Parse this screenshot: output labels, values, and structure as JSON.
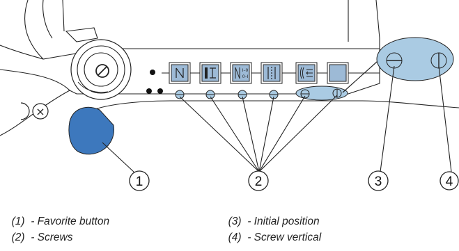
{
  "callouts": [
    {
      "number": "1"
    },
    {
      "number": "2"
    },
    {
      "number": "3"
    },
    {
      "number": "4"
    }
  ],
  "legend": [
    {
      "number": "(1)",
      "text": "- Favorite button"
    },
    {
      "number": "(2)",
      "text": "- Screws"
    },
    {
      "number": "(3)",
      "text": "- Initial position"
    },
    {
      "number": "(4)",
      "text": "- Screw vertical"
    }
  ],
  "panel": {
    "small_mark": "×"
  },
  "colors": {
    "highlight": "#aacbe3",
    "button_fill": "#9dbad6",
    "favorite_button": "#3d78bd",
    "line": "#222222"
  }
}
